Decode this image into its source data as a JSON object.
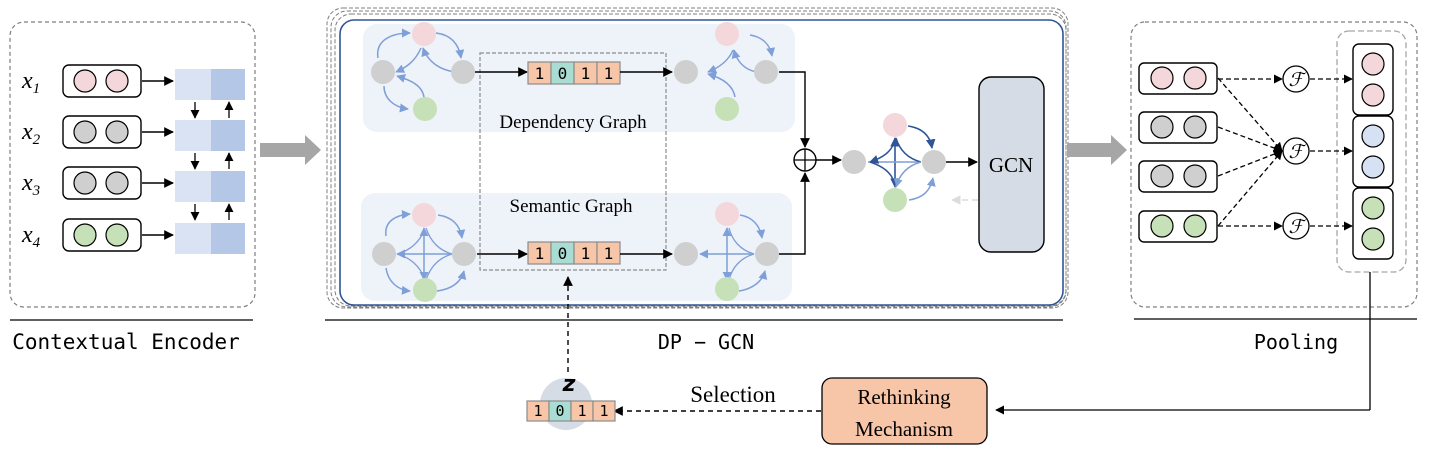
{
  "encoder": {
    "label": "Contextual Encoder",
    "inputs": [
      {
        "var": "x",
        "sub": "1",
        "color": "#f4d7da"
      },
      {
        "var": "x",
        "sub": "2",
        "color": "#cfcfcf"
      },
      {
        "var": "x",
        "sub": "3",
        "color": "#cfcfcf"
      },
      {
        "var": "x",
        "sub": "4",
        "color": "#c6e0b8"
      }
    ]
  },
  "dpgcn": {
    "label": "DP − GCN",
    "dependency_label": "Dependency Graph",
    "semantic_label": "Semantic Graph",
    "mask_bits": [
      "1",
      "0",
      "1",
      "1"
    ],
    "fusion_symbol": "⊕",
    "gcn_label": "GCN"
  },
  "pooling": {
    "label": "Pooling",
    "function_symbol": "ℱ",
    "outputs": [
      {
        "color": "#f4d7da"
      },
      {
        "color": "#d6e2f3"
      },
      {
        "color": "#c6e0b8"
      }
    ]
  },
  "rethinking": {
    "label_line1": "Rethinking",
    "label_line2": "Mechanism",
    "selection_label": "Selection",
    "z_label": "z",
    "mask_bits": [
      "1",
      "0",
      "1",
      "1"
    ]
  },
  "colors": {
    "pink": "#f4d7da",
    "gray": "#cfcfcf",
    "green": "#c6e0b8",
    "blue_light": "#d6e2f3",
    "mask_one": "#f7c6a8",
    "mask_zero": "#a9ddd3",
    "edge": "#7f9fd8",
    "edge_dark": "#2f5597",
    "frame": "#2f5597",
    "panel_bg": "#eef2f9",
    "gcn_bg": "#d6dce5",
    "rethink_bg": "#f7c6a8",
    "arrow_gray": "#a6a6a6"
  }
}
